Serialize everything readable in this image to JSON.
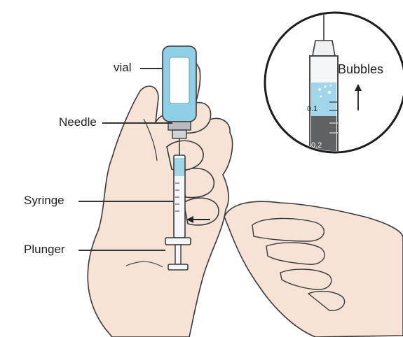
{
  "labels": {
    "vial": "vial",
    "needle": "Needle",
    "syringe": "Syringe",
    "plunger": "Plunger",
    "bubbles": "Bubbles"
  },
  "inset_scale": {
    "mark_01": "0.1",
    "mark_02": "0.2"
  },
  "colors": {
    "skin": "#f6e3d6",
    "skin_shadow": "#e9cdbb",
    "outline": "#3a3a3a",
    "vial_liquid": "#8fd0e6",
    "vial_cap": "#b8bcc0",
    "syringe_barrel": "#f4f6f7",
    "medicine": "#9fd6ea"
  },
  "icons": {
    "bubbles_arrow": "arrow-up-icon",
    "flick_arrow": "arrow-left-icon"
  }
}
